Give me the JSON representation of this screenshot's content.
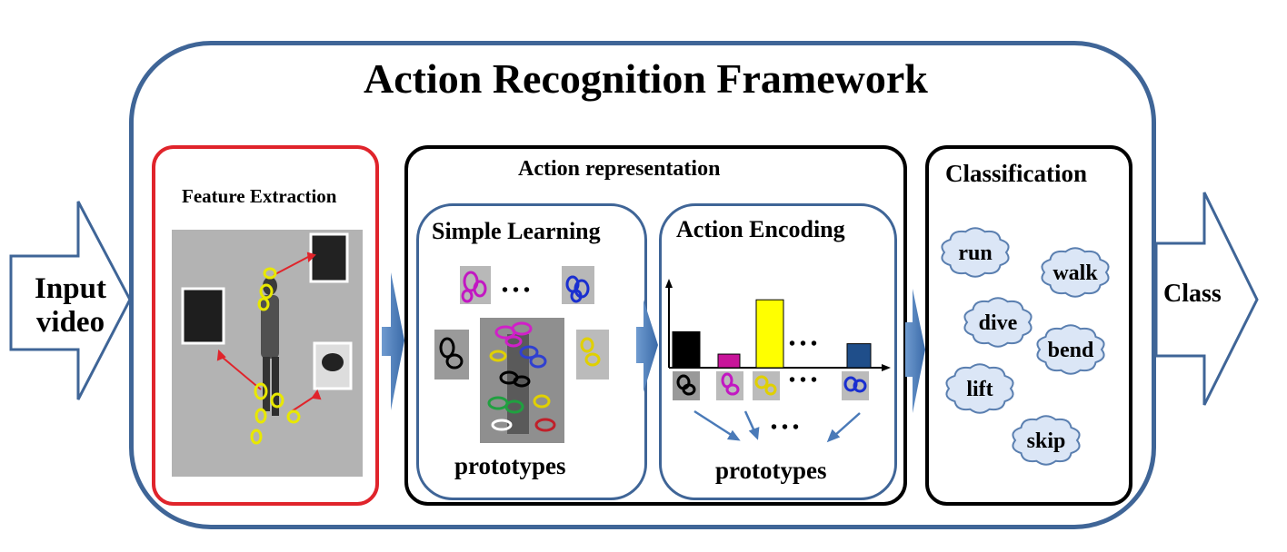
{
  "title": "Action Recognition Framework",
  "input": {
    "label_line1": "Input",
    "label_line2": "video"
  },
  "output": {
    "label": "Class"
  },
  "feature_extraction": {
    "label": "Feature Extraction"
  },
  "action_representation": {
    "label": "Action representation",
    "simple_learning": {
      "label": "Simple Learning",
      "caption": "prototypes",
      "ellipsis": "• • •"
    },
    "action_encoding": {
      "label": "Action Encoding",
      "caption": "prototypes",
      "ellipsis": "• • •"
    }
  },
  "classification": {
    "label": "Classification",
    "classes": [
      "run",
      "walk",
      "dive",
      "bend",
      "lift",
      "skip"
    ]
  },
  "colors": {
    "frame_blue": "#3f6597",
    "feature_red": "#e0242b",
    "arrow_blue": "#4a7ab8",
    "cloud_fill": "#dbe6f6",
    "cloud_stroke": "#5a7fb0",
    "hist_black": "#000000",
    "hist_magenta": "#c8149a",
    "hist_yellow": "#ffff00",
    "hist_navy": "#1f4e8a"
  },
  "histogram": {
    "values": [
      0.45,
      0.17,
      0.85,
      0.3
    ]
  }
}
